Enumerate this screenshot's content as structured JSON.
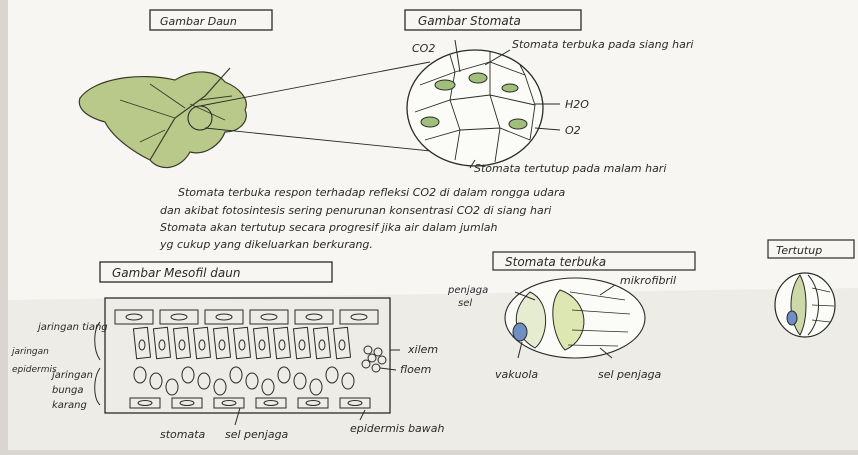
{
  "titles": {
    "leaf": "Gambar Daun",
    "stomata": "Gambar Stomata",
    "mesofil": "Gambar Mesofil daun",
    "open": "Stomata terbuka",
    "closed": "Tertutup"
  },
  "stomata_labels": {
    "co2": "CO2",
    "open_day": "Stomata terbuka pada siang hari",
    "h2o": "H2O",
    "o2": "O2",
    "closed_night": "Stomata tertutup pada malam hari"
  },
  "paragraph": [
    "Stomata terbuka respon terhadap refleksi CO2 di dalam rongga udara",
    "dan akibat fotosintesis sering penurunan konsentrasi CO2 di siang hari",
    "Stomata akan tertutup secara progresif jika air dalam jumlah",
    "yg cukup yang dikeluarkan berkurang."
  ],
  "mesofil_labels": {
    "jaringan_tiang": "jaringan tiang",
    "jaringan_1": "jaringan",
    "jaringan_2": "epidermis",
    "bunga_karang_1": "jaringan",
    "bunga_karang_2": "bunga",
    "bunga_karang_3": "karang",
    "xilem": "xilem",
    "floem": "floem",
    "stomata": "stomata",
    "sel_penjaga": "sel penjaga",
    "epidermis_bawah": "epidermis bawah"
  },
  "open_labels": {
    "sel_1": "penjaga",
    "sel_2": "sel",
    "mikrofibril": "mikrofibril",
    "vakuola": "vakuola",
    "sel_penjaga": "sel penjaga"
  },
  "colors": {
    "paper": "#f7f6f2",
    "ink": "#2a2a2a",
    "leaf_green": "#b9c98a",
    "highlight": "#dde7b2",
    "vacuole_blue": "#6f8fc2"
  }
}
